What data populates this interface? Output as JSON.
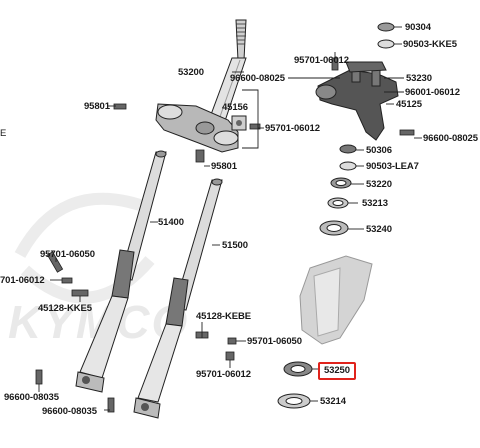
{
  "watermark": {
    "text": "KYMCO"
  },
  "colors": {
    "highlight": "#e0231c",
    "line": "#222222",
    "part_dark": "#4a4a4a",
    "part_light": "#bdbdbd",
    "watermark": "#e9e9e9"
  },
  "labels": {
    "p90304": "90304",
    "p90503_kke5": "90503-KKE5",
    "p95701_06012_top": "95701-06012",
    "p53200": "53200",
    "p96600_08025_top": "96600-08025",
    "p53230": "53230",
    "p96001_06012": "96001-06012",
    "p45125": "45125",
    "p95801_top": "95801",
    "p45156": "45156",
    "p95701_06012_mid": "95701-06012",
    "p96600_08025_right": "96600-08025",
    "p50306": "50306",
    "p90503_lea7": "90503-LEA7",
    "p95801_mid": "95801",
    "p53220": "53220",
    "p53213": "53213",
    "p51400": "51400",
    "p53240": "53240",
    "p95701_06050_left": "95701-06050",
    "p51500": "51500",
    "p95701_06012_left": "701-06012",
    "p45128_kke5": "45128-KKE5",
    "p45128_kebe": "45128-KEBE",
    "p95701_06050_right": "95701-06050",
    "p53250": "53250",
    "p95701_06012_bottom": "95701-06012",
    "p96600_08035_a": "96600-08035",
    "p96600_08035_b": "96600-08035",
    "p53214": "53214",
    "edge_mark": "E"
  }
}
